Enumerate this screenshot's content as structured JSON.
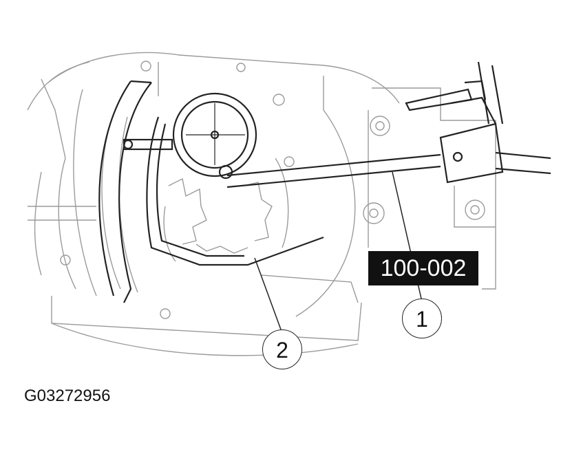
{
  "diagram": {
    "tool_number": "100-002",
    "callouts": [
      {
        "number": "1"
      },
      {
        "number": "2"
      }
    ],
    "figure_id": "G03272956"
  },
  "colors": {
    "line": "#222222",
    "faint_line": "#9a9a9a",
    "tag_background": "#111111",
    "tag_text": "#ffffff"
  }
}
